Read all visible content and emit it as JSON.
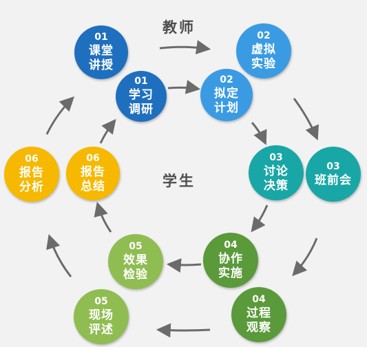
{
  "labels": {
    "teacher": "教师",
    "student": "学生"
  },
  "colors": {
    "blue_dark": "#1f6fbf",
    "blue_light": "#3a9be3",
    "teal": "#19a6a6",
    "green": "#5a9a3a",
    "green_light": "#8fbd52",
    "yellow": "#f6b800",
    "arrow": "#6b6b6b"
  },
  "nodes": [
    {
      "num": "01",
      "line1": "课堂",
      "line2": "讲授",
      "color": "#1f6fbf"
    },
    {
      "num": "01",
      "line1": "学习",
      "line2": "调研",
      "color": "#1f6fbf"
    },
    {
      "num": "02",
      "line1": "虚拟",
      "line2": "实验",
      "color": "#3a9be3"
    },
    {
      "num": "02",
      "line1": "拟定",
      "line2": "计划",
      "color": "#3a9be3"
    },
    {
      "num": "03",
      "line1": "讨论",
      "line2": "决策",
      "color": "#19a6a6"
    },
    {
      "num": "03",
      "line1": "班前会",
      "line2": "",
      "color": "#19a6a6"
    },
    {
      "num": "04",
      "line1": "协作",
      "line2": "实施",
      "color": "#5a9a3a"
    },
    {
      "num": "04",
      "line1": "过程",
      "line2": "观察",
      "color": "#5a9a3a"
    },
    {
      "num": "05",
      "line1": "效果",
      "line2": "检验",
      "color": "#8fbd52"
    },
    {
      "num": "05",
      "line1": "现场",
      "line2": "评述",
      "color": "#8fbd52"
    },
    {
      "num": "06",
      "line1": "报告",
      "line2": "总结",
      "color": "#f6b800"
    },
    {
      "num": "06",
      "line1": "报告",
      "line2": "分析",
      "color": "#f6b800"
    }
  ]
}
